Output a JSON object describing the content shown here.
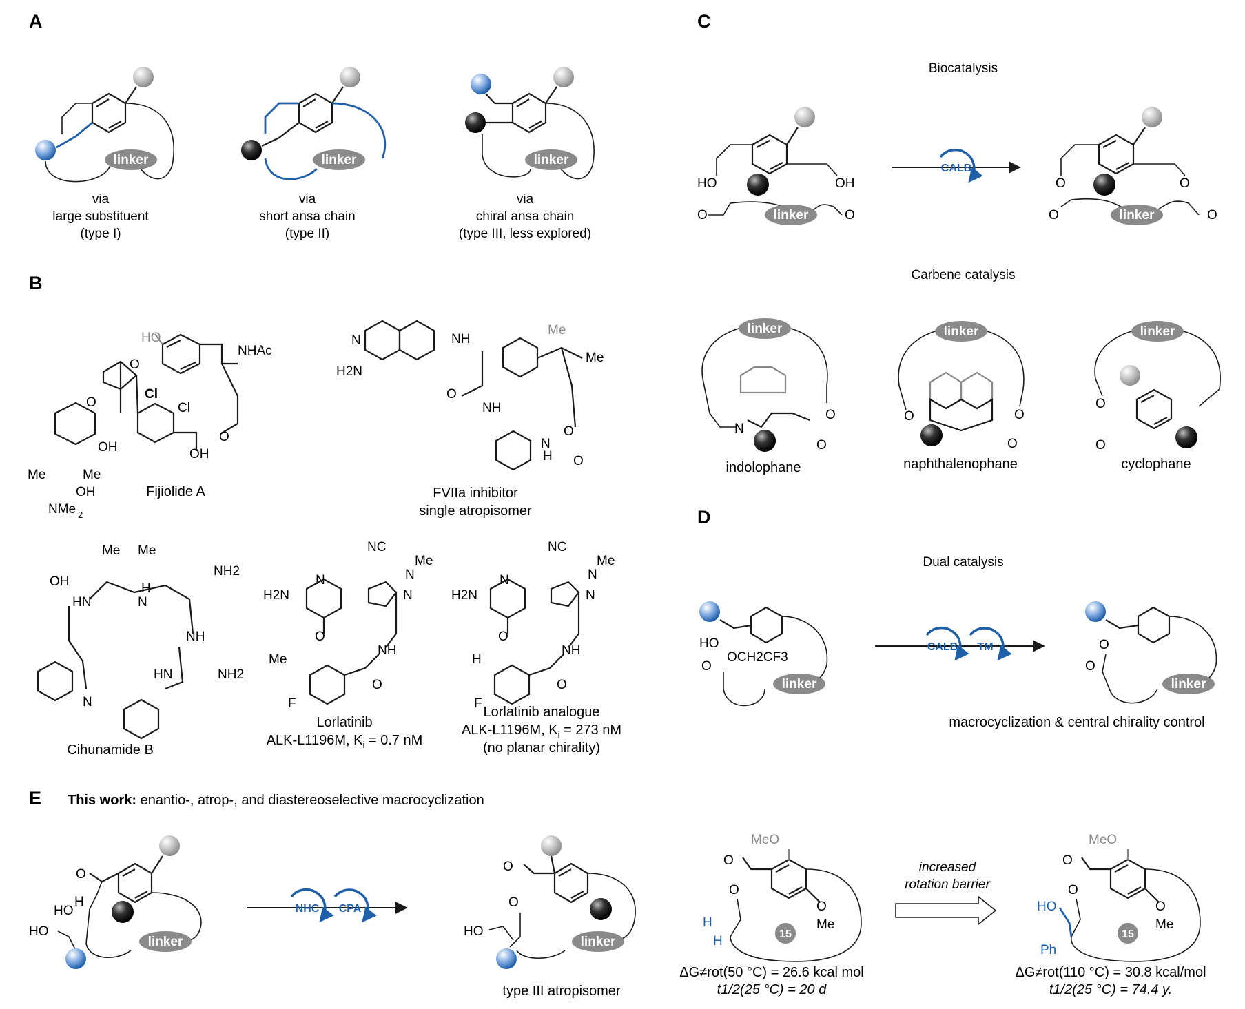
{
  "colors": {
    "accent_blue": "#1f5fa8",
    "linker_grey": "#8a8a8a",
    "ball_grey": "#bdbdbd",
    "ball_black": "#1a1a1a"
  },
  "panels": {
    "a": "A",
    "b": "B",
    "c": "C",
    "d": "D",
    "e": "E"
  },
  "common": {
    "linker": "linker",
    "via": "via"
  },
  "panel_a": {
    "type1_line2": "large substituent",
    "type1_line3": "(type I)",
    "type2_line2": "short ansa chain",
    "type2_line3": "(type II)",
    "type3_line2": "chiral ansa chain",
    "type3_line3": "(type III, less explored)"
  },
  "panel_b": {
    "fijiolide": "Fijiolide A",
    "fviia_line1": "FVIIa inhibitor",
    "fviia_line2": "single atropisomer",
    "cihunamide": "Cihunamide B",
    "lorlatinib_line1": "Lorlatinib",
    "lorlatinib_line2": "ALK-L1196M, K",
    "lorlatinib_sub": "i",
    "lorlatinib_val": " = 0.7 nM",
    "analogue_line1": "Lorlatinib analogue",
    "analogue_line2": "ALK-L1196M, K",
    "analogue_sub": "i",
    "analogue_val": " = 273 nM",
    "analogue_line3": "(no planar chirality)",
    "atoms": {
      "ho": "HO",
      "nhac": "NHAc",
      "cl": "Cl",
      "oh": "OH",
      "me": "Me",
      "nme2": "NMe",
      "two": "2",
      "o": "O",
      "n": "N",
      "nh": "NH",
      "h2n": "H2N",
      "nh2": "NH2",
      "h": "H",
      "f": "F",
      "nc": "NC",
      "hn": "HN",
      "oh_acid": "OH"
    }
  },
  "panel_c": {
    "biocatalysis": "Biocatalysis",
    "calb": "CALB",
    "ho": "HO",
    "oh": "OH",
    "o": "O",
    "carbene": "Carbene catalysis",
    "indolophane": "indolophane",
    "naphthalenophane": "naphthalenophane",
    "cyclophane": "cyclophane",
    "n": "N"
  },
  "panel_d": {
    "dual": "Dual catalysis",
    "calb": "CALB",
    "tm": "TM",
    "ho": "HO",
    "ester": "OCH2CF3",
    "o": "O",
    "caption": "macrocyclization & central chirality control"
  },
  "panel_e": {
    "title_bold": "This work:",
    "title_rest": " enantio-, atrop-, and diastereoselective macrocyclization",
    "nhc": "NHC",
    "cpa": "CPA",
    "ho": "HO",
    "h": "H",
    "o": "O",
    "type3": "type III atropisomer",
    "meo": "MeO",
    "me": "Me",
    "compound": "15",
    "arrow_line1": "increased",
    "arrow_line2": "rotation barrier",
    "ph": "Ph",
    "left_dg": "ΔG≠rot(50 °C) = 26.6 kcal mol",
    "left_t": "t1/2(25 °C) = 20 d",
    "right_dg": "ΔG≠rot(110 °C) = 30.8 kcal/mol",
    "right_t": "t1/2(25 °C) = 74.4 y."
  }
}
